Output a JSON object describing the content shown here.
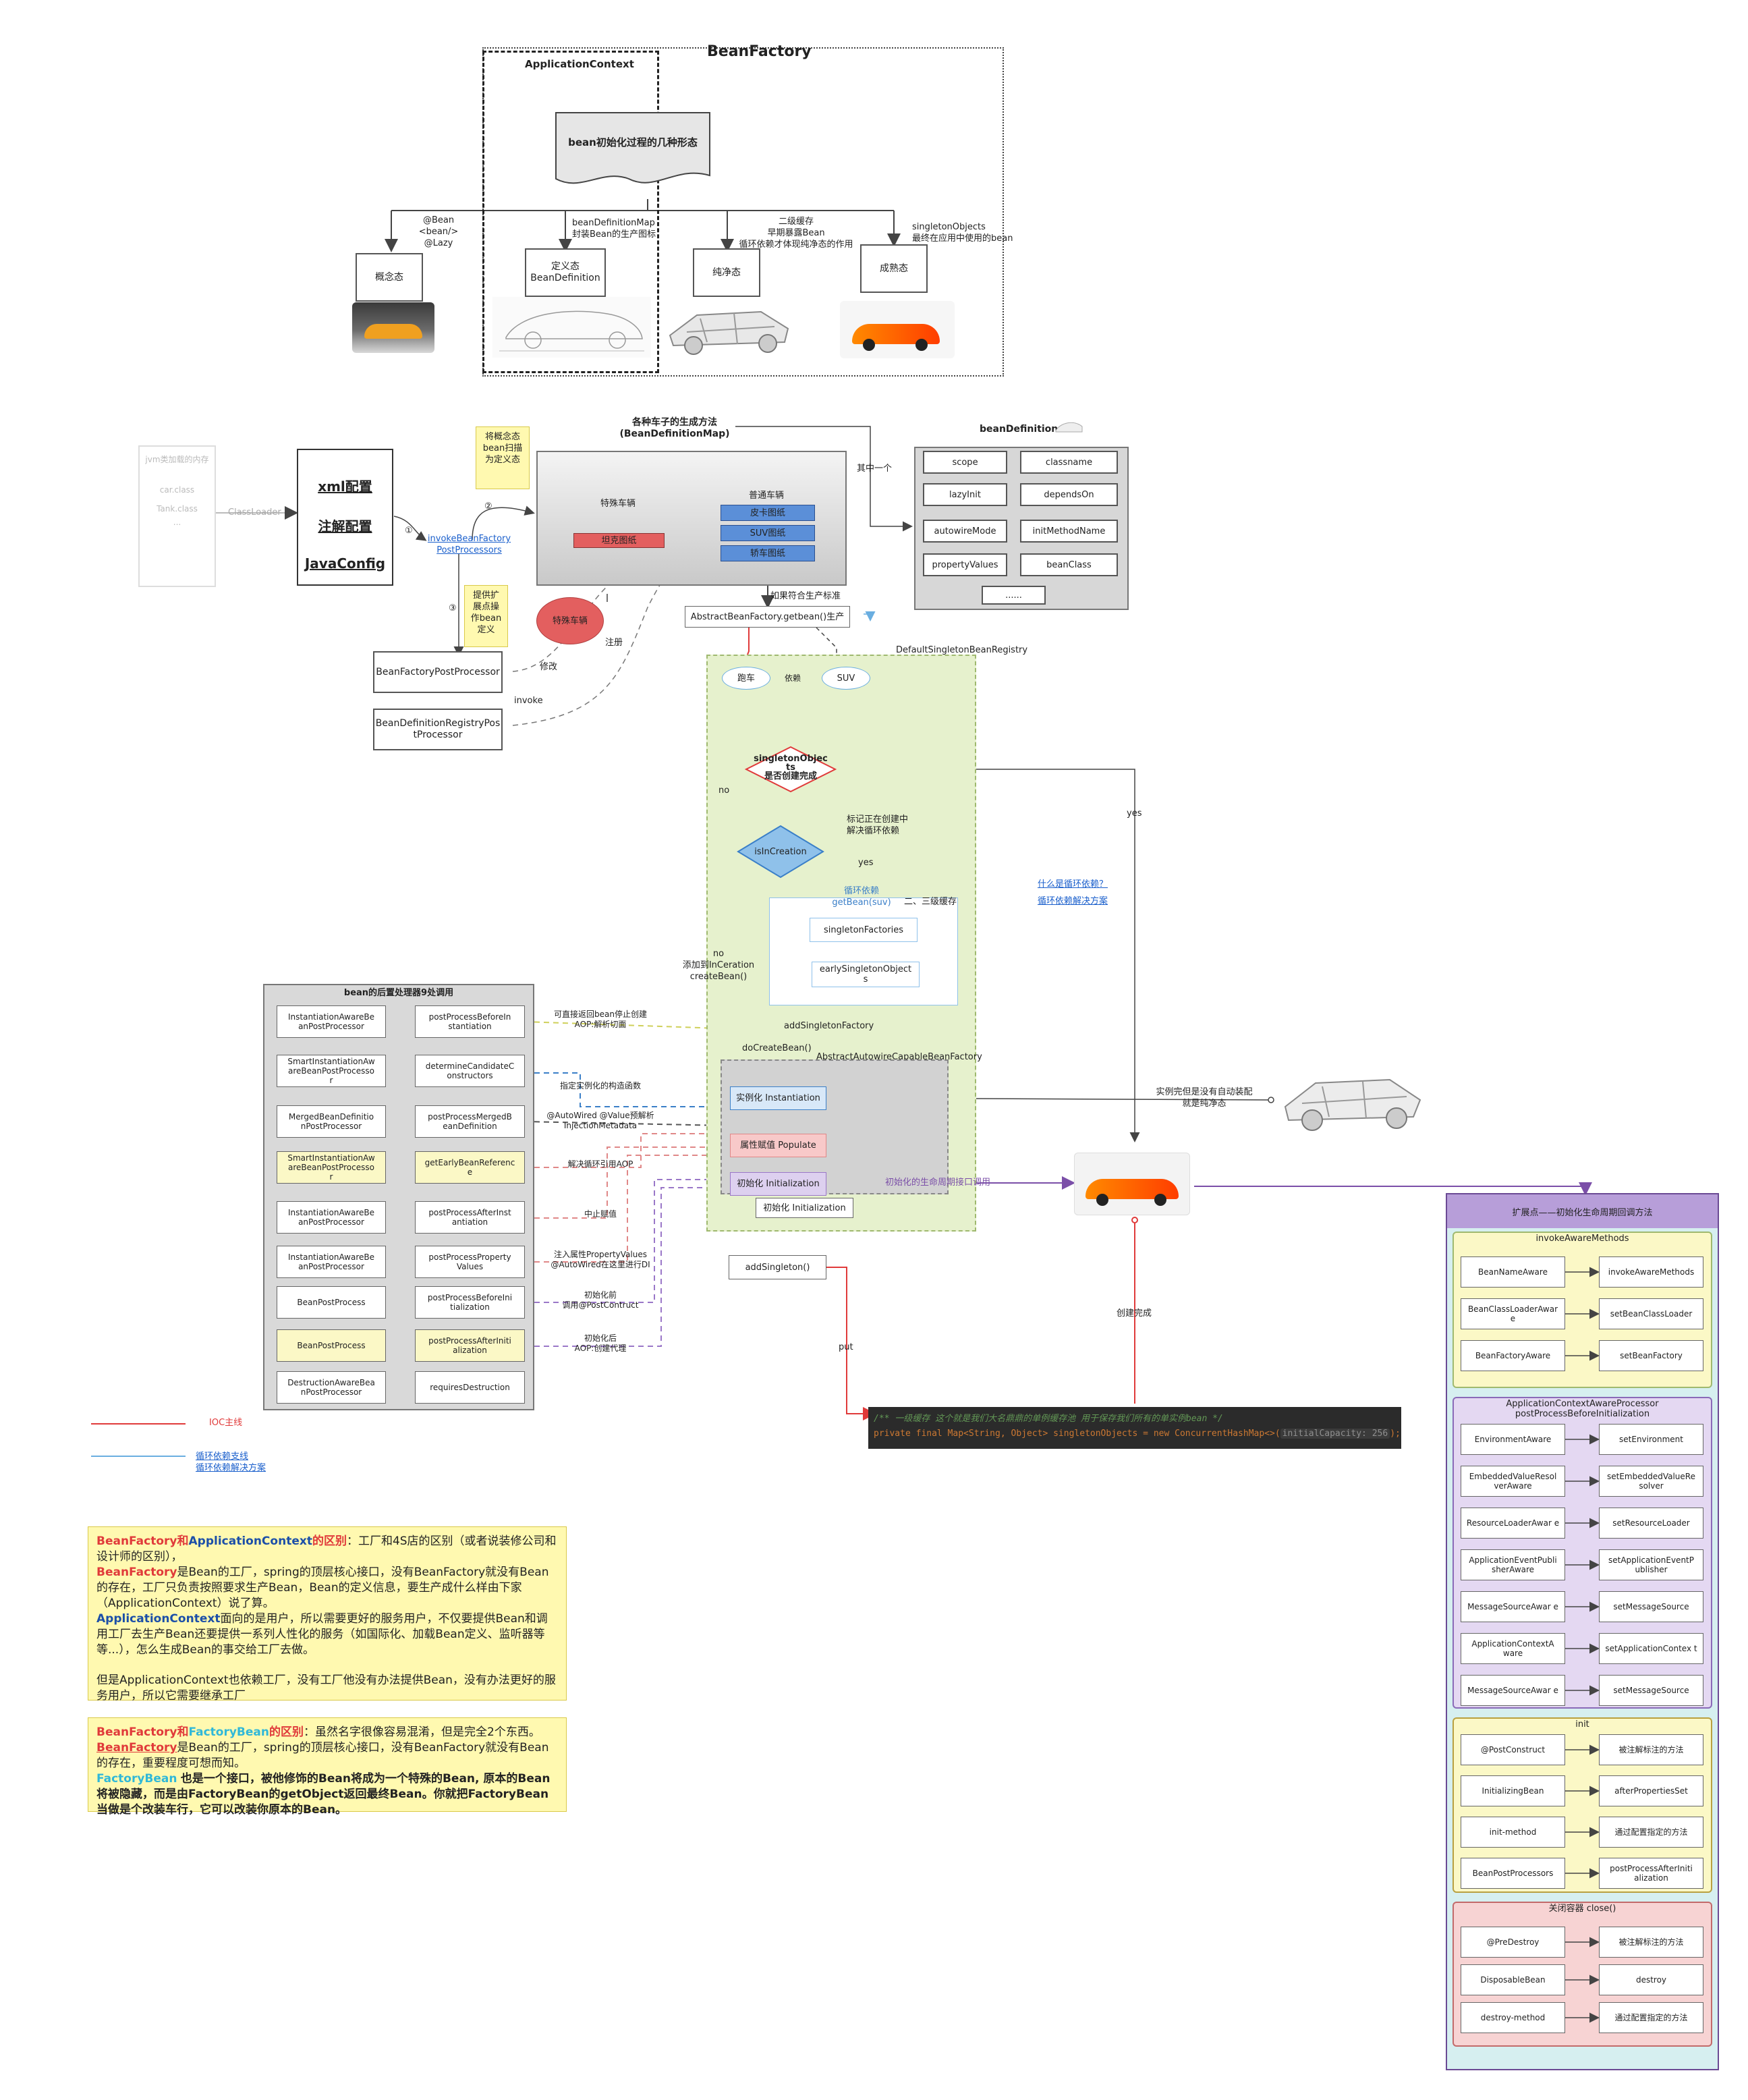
{
  "top": {
    "beanfactory": "BeanFactory",
    "appcontext": "ApplicationContext",
    "center": "bean初始化过程的几种形态",
    "branch1": [
      "@Bean",
      "<bean/>",
      "@Lazy"
    ],
    "branch2": [
      "beanDefinitionMap",
      "封装Bean的生产图标"
    ],
    "branch3": [
      "二级缓存",
      "早期暴露Bean",
      "循环依赖才体现纯净态的作用"
    ],
    "branch4": [
      "singletonObjects",
      "最终在应用中使用的bean"
    ],
    "state1": "概念态",
    "state2": [
      "定义态",
      "BeanDefinition"
    ],
    "state3": "纯净态",
    "state4": "成熟态"
  },
  "mid": {
    "jvm": "jvm类加载的内存",
    "car_class": "car.class",
    "tank_class": "Tank.class",
    "dots": "...",
    "classloader": "ClassLoader",
    "cfg": [
      "xml配置",
      "注解配置",
      "JavaConfig"
    ],
    "note1": [
      "将概念态",
      "bean扫描",
      "为定义态"
    ],
    "note2": [
      "提供扩",
      "展点操",
      "作bean",
      "定义"
    ],
    "invoke": [
      "invokeBeanFactory",
      "PostProcessors"
    ],
    "n1": "①",
    "n2": "②",
    "n3": "③",
    "factory_title": [
      "各种车子的生成方法",
      "(BeanDefinitionMap)"
    ],
    "special": "特殊车辆",
    "tank_map": "坦克图纸",
    "normal": "普通车辆",
    "maps": [
      "皮卡图纸",
      "SUV图纸",
      "轿车图纸"
    ],
    "special_oval": "特殊车辆",
    "bfpp": "BeanFactoryPostProcessor",
    "bdrpp": [
      "BeanDefinitionRegistryPos",
      "tProcessor"
    ],
    "modify": "修改",
    "register": "注册",
    "invoke_lbl": "invoke",
    "qita": "其中一个",
    "bd_title": "beanDefinition",
    "bd_fields": [
      "scope",
      "classname",
      "lazyInit",
      "dependsOn",
      "autowireMode",
      "initMethodName",
      "propertyValues",
      "beanClass",
      "......"
    ],
    "if_match": "如果符合生产标准",
    "getbean": "AbstractBeanFactory.getbean()生产",
    "dsbr": "DefaultSingletonBeanRegistry",
    "paoche": "跑车",
    "yilai": "依赖",
    "suv": "SUV",
    "singleton_d": [
      "singletonObjec",
      "ts",
      "是否创建完成"
    ],
    "no1": "no",
    "yes_right": "yes",
    "isincreation": "isInCreation",
    "mark": [
      "标记正在创建中",
      "解决循环依赖"
    ],
    "yes2": "yes",
    "cycle": [
      "循环依赖",
      "getBean(suv)"
    ],
    "cache23": "二、三级缓存",
    "sf": "singletonFactories",
    "eso": [
      "earlySingletonObject",
      "s"
    ],
    "no2": [
      "no",
      "添加到InCeration",
      "createBean()"
    ],
    "addsf": "addSingletonFactory",
    "docreate": "doCreateBean()",
    "aacbf": "AbstractAutowireCapableBeanFactory",
    "inst": "实例化 Instantiation",
    "populate": "属性赋值 Populate",
    "init": "初始化 Initialization",
    "init2": "初始化 Initialization",
    "inst_done": [
      "实例完但是没有自动装配",
      "就是纯净态"
    ],
    "init_ext": "初始化的生命周期接口调用",
    "addsingleton": "addSingleton()",
    "put": "put",
    "done": "创建完成",
    "circ_q": "什么是循环依赖？",
    "circ_s": "循环依赖解决方案",
    "code_comment": "/** 一级缓存 这个就是我们大名鼎鼎的单例缓存池 用于保存我们所有的单实例bean */",
    "code_decl_a": "private final Map<String, Object> singletonObjects = new ConcurrentHashMap<>(",
    "code_decl_hint": "initialCapacity: 256",
    "code_decl_b": ");"
  },
  "pp": {
    "title": "bean的后置处理器9处调用",
    "rows": [
      {
        "left": [
          "InstantiationAwareBe",
          "anPostProcessor"
        ],
        "right": [
          "postProcessBeforeIn",
          "stantiation"
        ],
        "note": [
          "可直接返回bean停止创建",
          "AOP:解析切面"
        ],
        "yellow": false
      },
      {
        "left": [
          "SmartInstantiationAw",
          "areBeanPostProcesso",
          "r"
        ],
        "right": [
          "determineCandidateC",
          "onstructors"
        ],
        "note": [
          "指定实例化的构造函数"
        ],
        "yellow": false
      },
      {
        "left": [
          "MergedBeanDefinitio",
          "nPostProcessor"
        ],
        "right": [
          "postProcessMergedB",
          "eanDefinition"
        ],
        "note": [
          "@AutoWired @Value预解析",
          "InjectionMetadata"
        ],
        "yellow": false
      },
      {
        "left": [
          "SmartInstantiationAw",
          "areBeanPostProcesso",
          "r"
        ],
        "right": [
          "getEarlyBeanReferenc",
          "e"
        ],
        "note": [
          "解决循环引用AOP"
        ],
        "yellow": true
      },
      {
        "left": [
          "InstantiationAwareBe",
          "anPostProcessor"
        ],
        "right": [
          "postProcessAfterInst",
          "antiation"
        ],
        "note": [
          "中止赋值"
        ],
        "yellow": false
      },
      {
        "left": [
          "InstantiationAwareBe",
          "anPostProcessor"
        ],
        "right": [
          "postProcessProperty",
          "Values"
        ],
        "note": [
          "注入属性PropertyValues",
          "@AutoWired在这里进行DI"
        ],
        "yellow": false
      },
      {
        "left": [
          "BeanPostProcess"
        ],
        "right": [
          "postProcessBeforeIni",
          "tialization"
        ],
        "note": [
          "初始化前",
          "调用@PostContruct"
        ],
        "yellow": false
      },
      {
        "left": [
          "BeanPostProcess"
        ],
        "right": [
          "postProcessAfterIniti",
          "alization"
        ],
        "note": [
          "初始化后",
          "AOP:创建代理"
        ],
        "yellow": true
      },
      {
        "left": [
          "DestructionAwareBea",
          "nPostProcessor"
        ],
        "right": [
          "requiresDestruction"
        ],
        "note": [],
        "yellow": false
      }
    ]
  },
  "legend": {
    "ioc": "IOC主线",
    "circ": [
      "循环依赖支线",
      "循环依赖解决方案"
    ]
  },
  "notes": {
    "n1": {
      "l1a": "BeanFactory和",
      "l1b": "ApplicationContext",
      "l1c": "的区别",
      "l1d": "：工厂和4S店的区别（或者说装修公司和设计师的区别），",
      "l2a": "BeanFactory",
      "l2b": "是Bean的工厂，spring的顶层核心接口，没有BeanFactory就没有Bean的存在，工厂只负责按照要求生产Bean，Bean的定义信息，要生产成什么样由下家（ApplicationContext）说了算。",
      "l3a": "ApplicationContext",
      "l3b": "面向的是用户，所以需要更好的服务用户，不仅要提供Bean和调用工厂去生产Bean还要提供一系列人性化的服务（如国际化、加载Bean定义、监听器等等...），怎么生成Bean的事交给工厂去做。",
      "l4": "但是ApplicationContext也依赖工厂，没有工厂他没有办法提供Bean，没有办法更好的服务用户，所以它需要继承工厂"
    },
    "n2": {
      "l1a": "BeanFactory和",
      "l1b": "FactoryBean",
      "l1c": "的区别",
      "l1d": "：虽然名字很像容易混淆，但是完全2个东西。",
      "l2a": "BeanFactory",
      "l2b": "是Bean的工厂，spring的顶层核心接口，没有BeanFactory就没有Bean的存在，重要程度可想而知。",
      "l3a": "FactoryBean",
      "l3b": "也是一个接口，被他修饰的Bean将成为一个特殊的Bean, 原本的Bean将被隐藏，而是由FactoryBean的getObject返回最终Bean。你就把FactoryBean当做是个改装车行，它可以改装你原本的Bean。"
    }
  },
  "ext": {
    "title": "扩展点——初始化生命周期回调方法",
    "p1": {
      "title": "invokeAwareMethods",
      "rows": [
        [
          "BeanNameAware",
          "invokeAwareMethods"
        ],
        [
          "BeanClassLoaderAwar e",
          "setBeanClassLoader"
        ],
        [
          "BeanFactoryAware",
          "setBeanFactory"
        ]
      ]
    },
    "p2": {
      "title": [
        "ApplicationContextAwareProcessor",
        "postProcessBeforeInitialization"
      ],
      "rows": [
        [
          "EnvironmentAware",
          "setEnvironment"
        ],
        [
          "EmbeddedValueResol verAware",
          "setEmbeddedValueRe solver"
        ],
        [
          "ResourceLoaderAwar e",
          "setResourceLoader"
        ],
        [
          "ApplicationEventPubli sherAware",
          "setApplicationEventP ublisher"
        ],
        [
          "MessageSourceAwar e",
          "setMessageSource"
        ],
        [
          "ApplicationContextA ware",
          "setApplicationContex t"
        ],
        [
          "MessageSourceAwar e",
          "setMessageSource"
        ]
      ]
    },
    "p3": {
      "title": "init",
      "rows": [
        [
          "@PostConstruct",
          "被注解标注的方法"
        ],
        [
          "InitializingBean",
          "afterPropertiesSet"
        ],
        [
          "init-method",
          "通过配置指定的方法"
        ],
        [
          "BeanPostProcessors",
          "postProcessAfterIniti alization"
        ]
      ]
    },
    "p4": {
      "title": "关闭容器 close()",
      "rows": [
        [
          "@PreDestroy",
          "被注解标注的方法"
        ],
        [
          "DisposableBean",
          "destroy"
        ],
        [
          "destroy-method",
          "通过配置指定的方法"
        ]
      ]
    }
  },
  "colors": {
    "ioc": "#e03a3a",
    "circ": "#6aaee0",
    "green": "#e6f1cd",
    "purple": "#e4d8f2",
    "pink": "#f7d3d3",
    "yellow": "#fbf8c6",
    "cyan": "#d6eff0"
  }
}
